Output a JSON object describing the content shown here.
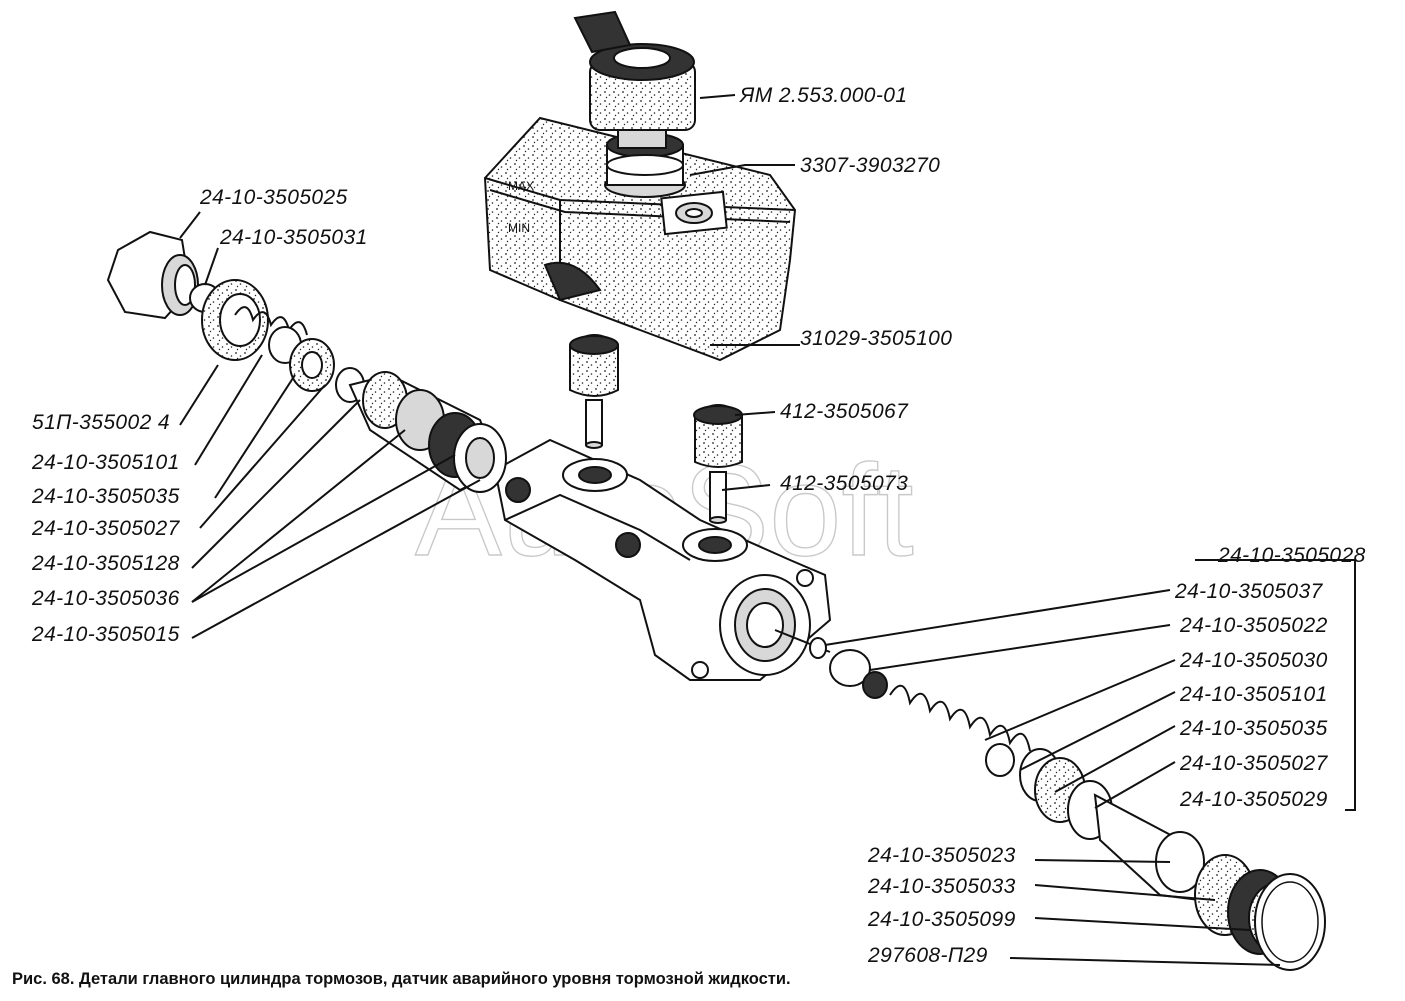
{
  "labels": {
    "ym_sensor": "ЯМ 2.553.000-01",
    "cap_3307": "3307-3903270",
    "reservoir": "31029-3505100",
    "valve_067": "412-3505067",
    "valve_073": "412-3505073",
    "plug_025": "24-10-3505025",
    "gasket_031": "24-10-3505031",
    "ring_51p": "51П-355002 4",
    "left_101": "24-10-3505101",
    "left_035": "24-10-3505035",
    "left_027": "24-10-3505027",
    "left_128": "24-10-3505128",
    "left_036": "24-10-3505036",
    "left_015": "24-10-3505015",
    "group_028": "24-10-3505028",
    "right_037": "24-10-3505037",
    "right_022": "24-10-3505022",
    "right_030": "24-10-3505030",
    "right_101": "24-10-3505101",
    "right_035": "24-10-3505035",
    "right_027": "24-10-3505027",
    "right_029": "24-10-3505029",
    "bottom_023": "24-10-3505023",
    "bottom_033": "24-10-3505033",
    "bottom_099": "24-10-3505099",
    "bottom_p29": "297608-П29"
  },
  "reservoir_marks": {
    "max": "MAX",
    "min": "MIN"
  },
  "watermark": "AutoSoft",
  "caption": "Рис. 68. Детали главного цилиндра тормозов, датчик аварийного уровня тормозной жидкости."
}
